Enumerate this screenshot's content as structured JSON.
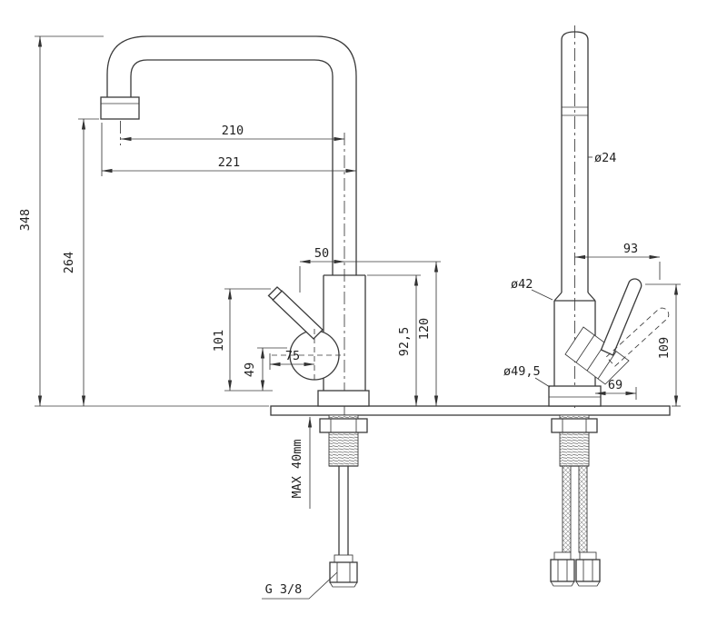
{
  "drawing": {
    "front_view": {
      "overall_height": "348",
      "spout_outlet_height": "264",
      "spout_reach_center": "210",
      "spout_reach_overall": "221",
      "center_offset": "50",
      "handle_height": "101",
      "handle_lower_dim": "49",
      "handle_horizontal": "75",
      "body_height": "92,5",
      "upper_height": "120",
      "max_mount_thickness": "MAX 40mm",
      "connection_thread": "G 3/8"
    },
    "side_view": {
      "spout_pipe_diameter": "ø24",
      "handle_reach": "93",
      "body_diameter": "ø42",
      "handle_tip_height": "109",
      "base_diameter": "ø49,5",
      "handle_offset": "69"
    },
    "colors": {
      "line": "#3a3a3a",
      "background": "#ffffff"
    }
  }
}
